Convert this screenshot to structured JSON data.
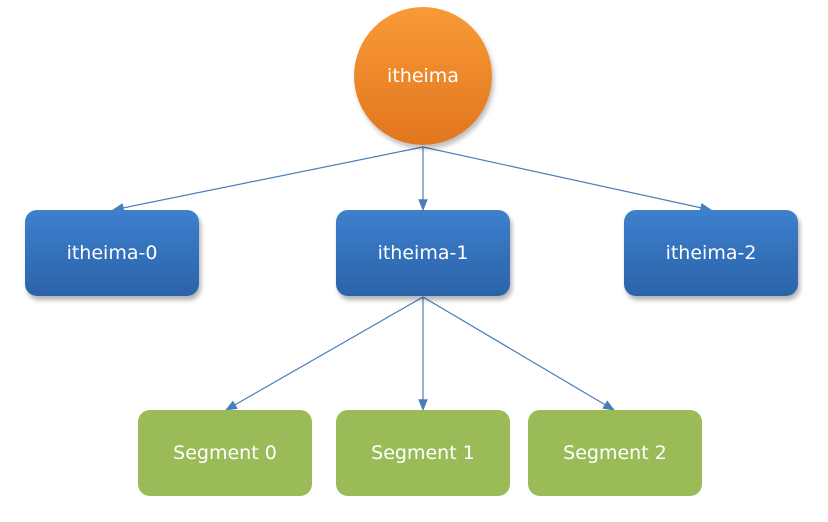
{
  "root": {
    "label": "itheima"
  },
  "shards": [
    {
      "label": "itheima-0"
    },
    {
      "label": "itheima-1"
    },
    {
      "label": "itheima-2"
    }
  ],
  "segments": [
    {
      "label": "Segment 0"
    },
    {
      "label": "Segment 1"
    },
    {
      "label": "Segment 2"
    }
  ],
  "colors": {
    "root": "#f08a2c",
    "shard": "#3470bb",
    "segment": "#9bbb59",
    "edge": "#4a7ebb"
  }
}
